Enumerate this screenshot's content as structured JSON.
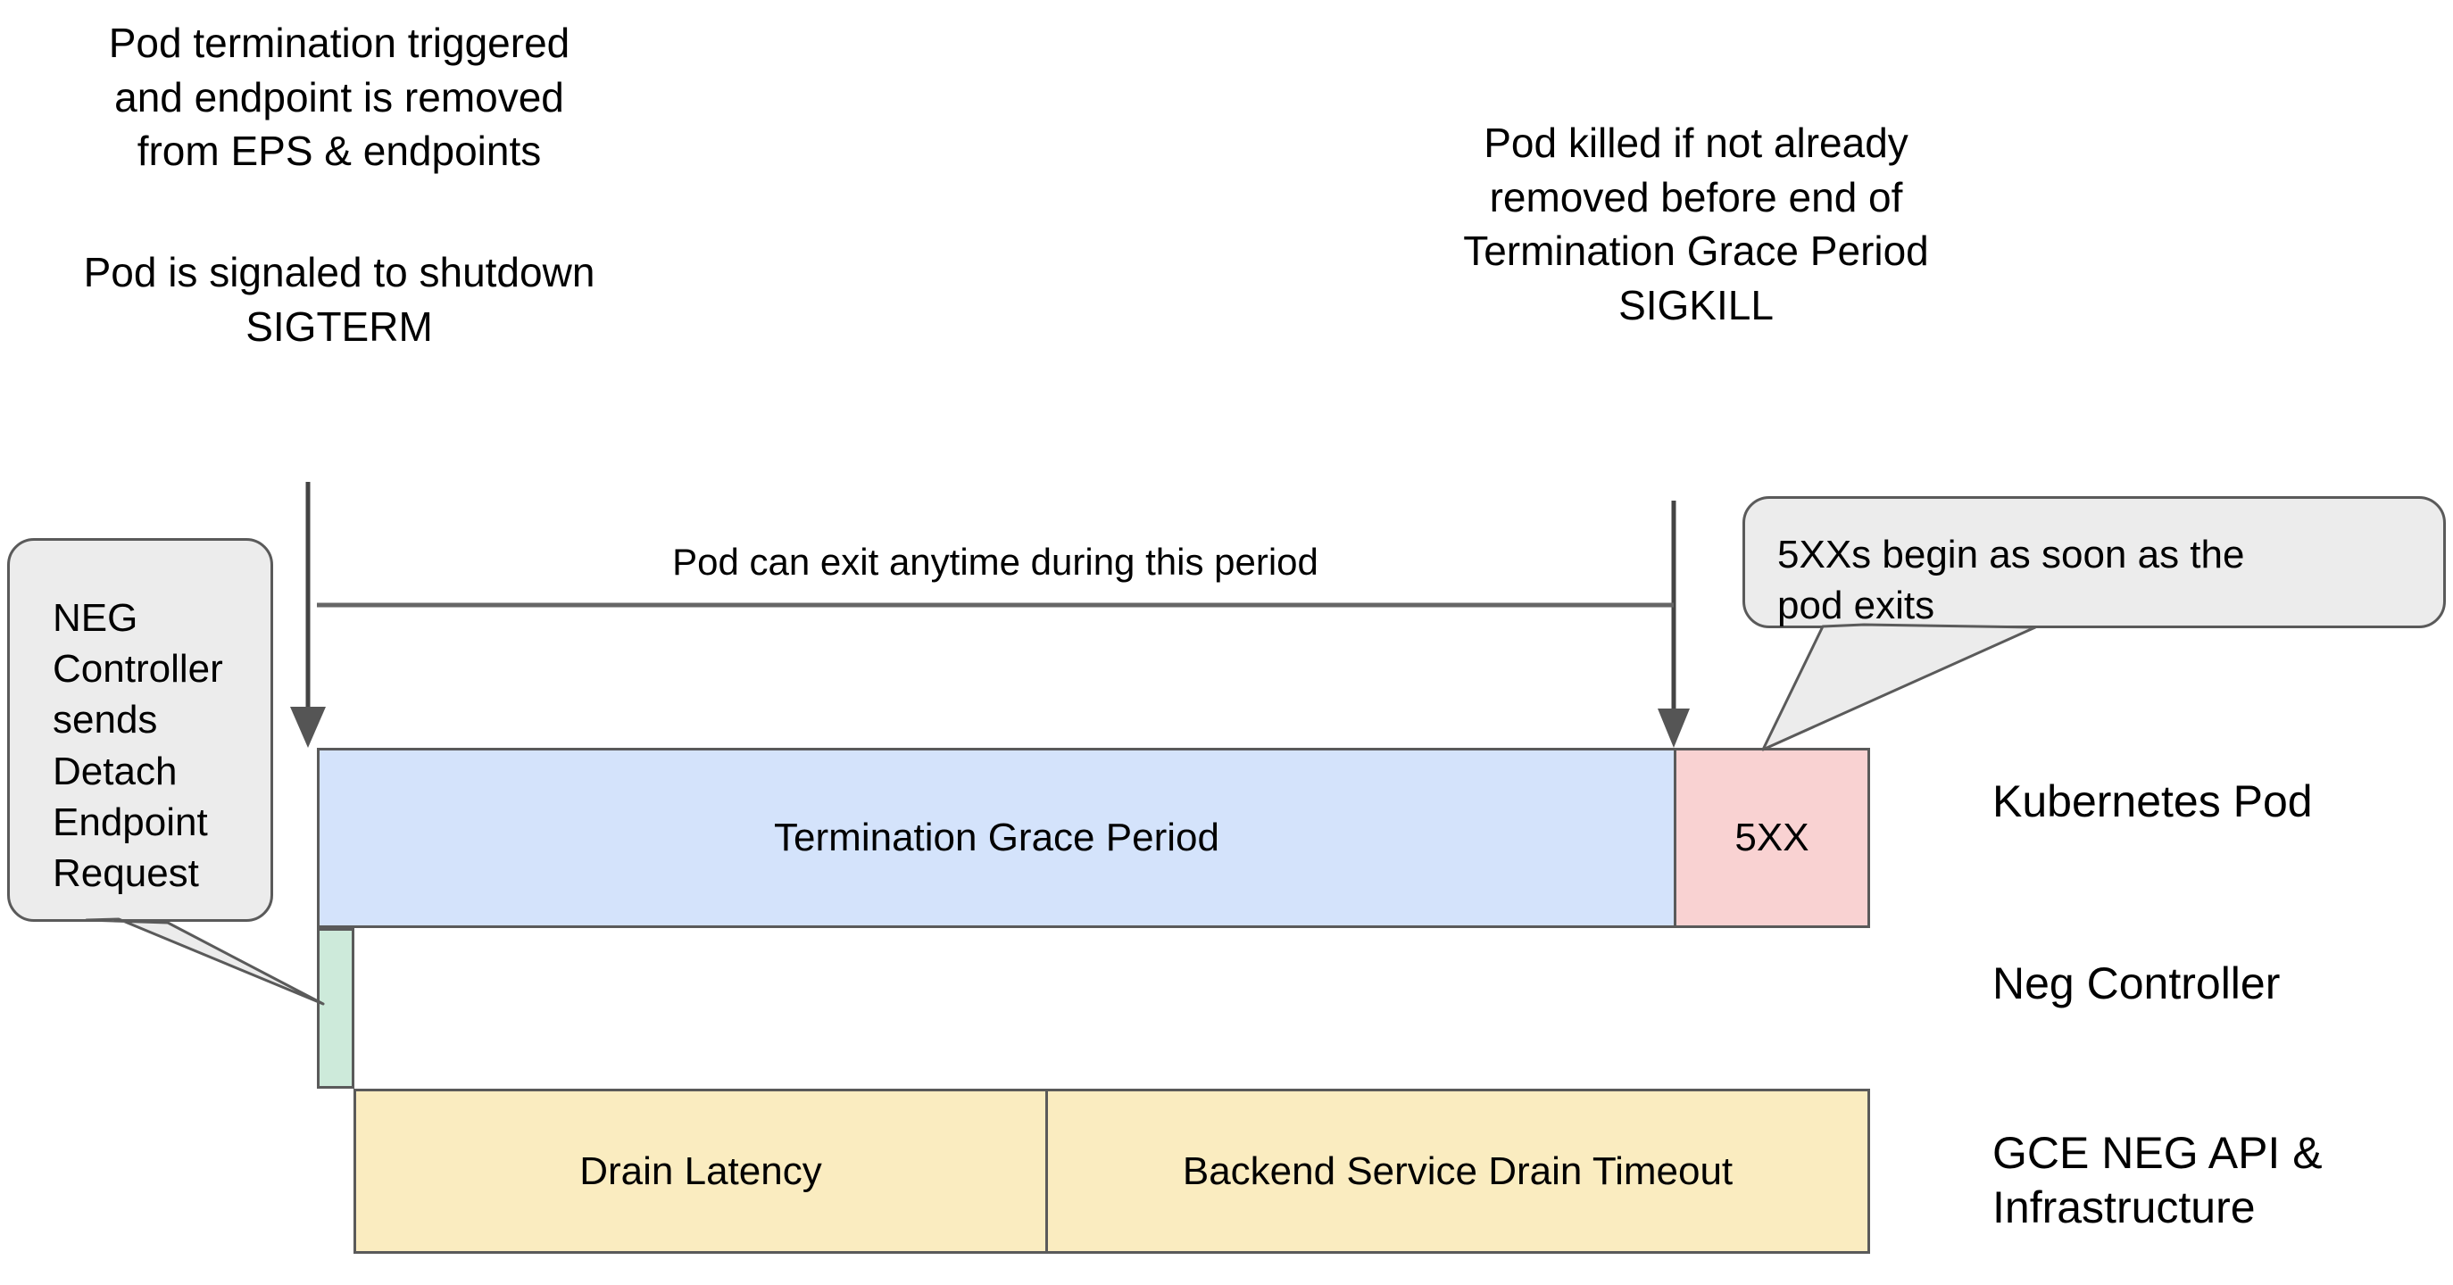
{
  "diagram": {
    "title": "Kubernetes Pod termination timeline with GCE NEG draining",
    "background_color": "#ffffff",
    "stroke_color": "#5a5a5a",
    "notes": [
      {
        "name": "pod-termination-triggered",
        "text": "Pod termination triggered\nand endpoint is removed\nfrom EPS & endpoints"
      },
      {
        "name": "pod-signaled-shutdown",
        "text": "Pod is signaled to shutdown\nSIGTERM"
      },
      {
        "name": "pod-killed-sigkill",
        "text": "Pod killed if not already\nremoved before end of\nTermination Grace Period\nSIGKILL"
      }
    ],
    "caption": {
      "pod_exit": "Pod can exit anytime during this period"
    },
    "callouts": [
      {
        "name": "neg-controller-detach",
        "text": "NEG\nController\nsends\nDetach\nEndpoint\nRequest",
        "fill": "#ececec"
      },
      {
        "name": "5xx-begin",
        "text": "5XXs begin as soon as the\npod exits",
        "fill": "#ececec"
      }
    ],
    "lanes": [
      {
        "name": "kubernetes-pod",
        "label": "Kubernetes Pod",
        "bars": [
          {
            "name": "termination-grace-period",
            "label": "Termination Grace Period",
            "fill": "#d4e3fb"
          },
          {
            "name": "5xx",
            "label": "5XX",
            "fill": "#f9d2d2"
          }
        ]
      },
      {
        "name": "neg-controller",
        "label": "Neg Controller",
        "bars": [
          {
            "name": "neg-detach",
            "label": "",
            "fill": "#cdeada"
          }
        ]
      },
      {
        "name": "gce-neg-api",
        "label": "GCE NEG API &\nInfrastructure",
        "bars": [
          {
            "name": "drain-latency",
            "label": "Drain Latency",
            "fill": "#faecc0"
          },
          {
            "name": "backend-service-drain-timeout",
            "label": "Backend Service Drain Timeout",
            "fill": "#faecc0"
          }
        ]
      }
    ]
  }
}
